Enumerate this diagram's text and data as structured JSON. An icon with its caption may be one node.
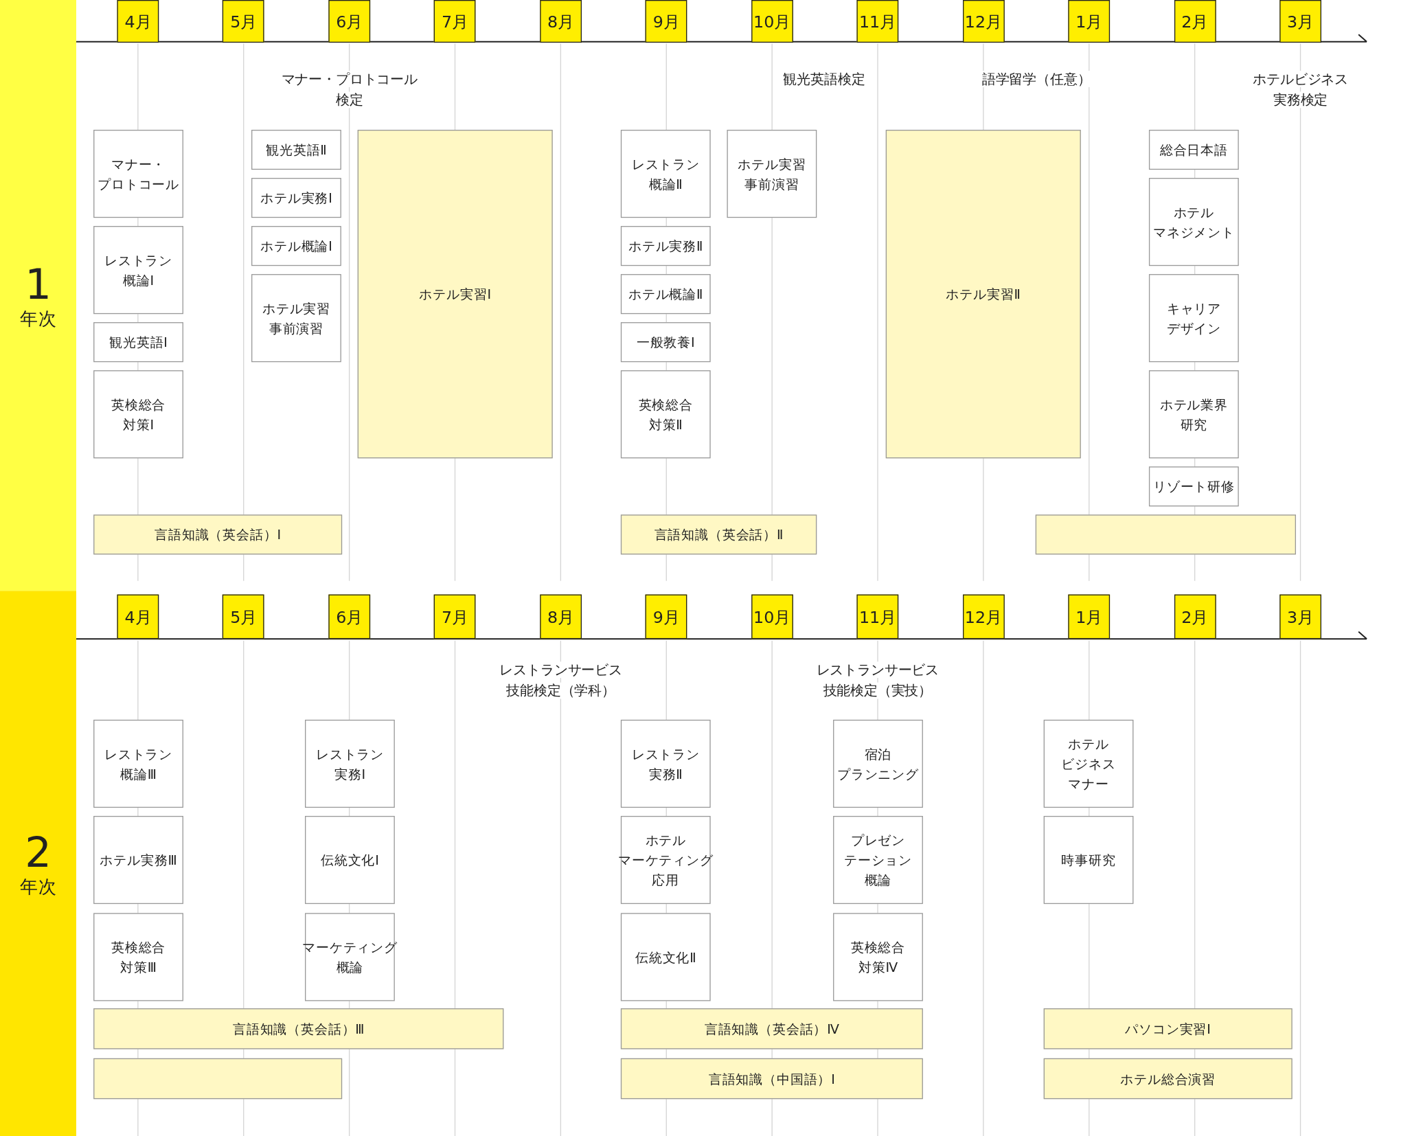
{
  "diagram": {
    "nodes": [
      {
        "text": [
          "1",
          "年次"
        ]
      },
      {
        "text": [
          "4月"
        ]
      },
      {
        "text": [
          "5月"
        ]
      },
      {
        "text": [
          "6月"
        ]
      },
      {
        "text": [
          "7月"
        ]
      },
      {
        "text": [
          "8月"
        ]
      },
      {
        "text": [
          "9月"
        ]
      },
      {
        "text": [
          "10月"
        ]
      },
      {
        "text": [
          "11月"
        ]
      },
      {
        "text": [
          "12月"
        ]
      },
      {
        "text": [
          "1月"
        ]
      },
      {
        "text": [
          "2月"
        ]
      },
      {
        "text": [
          "3月"
        ]
      },
      {
        "text": [
          "マナー・プロトコール"
        ]
      },
      {
        "text": [
          "レストラン概論Ⅰ"
        ]
      },
      {
        "text": [
          "観光英語Ⅰ"
        ]
      },
      {
        "text": [
          "英検総合対策Ⅰ"
        ]
      },
      {
        "text": [
          "観光英語Ⅱ"
        ]
      },
      {
        "text": [
          "ホテル実務Ⅰ"
        ]
      },
      {
        "text": [
          "ホテル概論Ⅰ"
        ]
      },
      {
        "text": [
          "ホテル実習事前演習"
        ]
      },
      {
        "text": [
          "ホテル実習Ⅰ"
        ]
      },
      {
        "text": [
          "レストラン概論Ⅱ"
        ]
      },
      {
        "text": [
          "ホテル実務Ⅱ"
        ]
      },
      {
        "text": [
          "ホテル概論Ⅱ"
        ]
      },
      {
        "text": [
          "一般教養Ⅰ"
        ]
      },
      {
        "text": [
          "英検総合対策Ⅱ"
        ]
      },
      {
        "text": [
          "ホテル実習事前演習"
        ]
      },
      {
        "text": [
          "ホテル実習Ⅱ"
        ]
      },
      {
        "text": [
          "総合日本語"
        ]
      },
      {
        "text": [
          "ホテルマネジメント"
        ]
      },
      {
        "text": [
          "キャリアデザイン"
        ]
      },
      {
        "text": [
          "ホテル業界研究"
        ]
      },
      {
        "text": [
          "リゾート研修"
        ]
      },
      {
        "text": [
          "言語知識（英会話）Ⅰ"
        ]
      },
      {
        "text": [
          "言語知識（英会話）Ⅱ"
        ]
      },
      {
        "text": [],
        "shape": "box"
      },
      {
        "text": [
          "2",
          "年次"
        ]
      },
      {
        "text": [
          "4月"
        ]
      },
      {
        "text": [
          "5月"
        ]
      },
      {
        "text": [
          "6月"
        ]
      },
      {
        "text": [
          "7月"
        ]
      },
      {
        "text": [
          "8月"
        ]
      },
      {
        "text": [
          "9月"
        ]
      },
      {
        "text": [
          "10月"
        ]
      },
      {
        "text": [
          "11月"
        ]
      },
      {
        "text": [
          "12月"
        ]
      },
      {
        "text": [
          "1月"
        ]
      },
      {
        "text": [
          "2月"
        ]
      },
      {
        "text": [
          "3月"
        ]
      },
      {
        "text": [
          "レストラン概論Ⅲ"
        ]
      },
      {
        "text": [
          "ホテル実務Ⅲ"
        ]
      },
      {
        "text": [
          "英検総合対策Ⅲ"
        ]
      },
      {
        "text": [
          "レストラン実務Ⅰ"
        ]
      },
      {
        "text": [
          "伝統文化Ⅰ"
        ]
      },
      {
        "text": [
          "マーケティング概論"
        ]
      },
      {
        "text": [
          "レストラン実務Ⅱ"
        ]
      },
      {
        "text": [
          "ホテルマーケティング応用"
        ]
      },
      {
        "text": [
          "伝統文化Ⅱ"
        ]
      },
      {
        "text": [
          "宿泊プランニング"
        ]
      },
      {
        "text": [
          "プレゼンテーション概論"
        ]
      },
      {
        "text": [
          "英検総合対策Ⅳ"
        ]
      },
      {
        "text": [
          "ホテルビジネスマナー"
        ]
      },
      {
        "text": [
          "時事研究"
        ]
      },
      {
        "text": [
          "言語知識（英会話）Ⅲ"
        ]
      },
      {
        "text": [],
        "shape": "box"
      },
      {
        "text": [
          "言語知識（英会話）Ⅳ"
        ]
      },
      {
        "text": [
          "言語知識（中国語）Ⅰ"
        ]
      },
      {
        "text": [
          "パソコン実習Ⅰ"
        ]
      },
      {
        "text": [
          "ホテル総合演習"
        ]
      }
    ],
    "edges": [],
    "labels": [
      "マナー・プロトコール検定",
      "観光英語検定",
      "語学留学（任意）",
      "ホテルビジネス実務検定",
      "レストランサービス技能検定（学科）",
      "レストランサービス技能検定（実技）"
    ]
  }
}
